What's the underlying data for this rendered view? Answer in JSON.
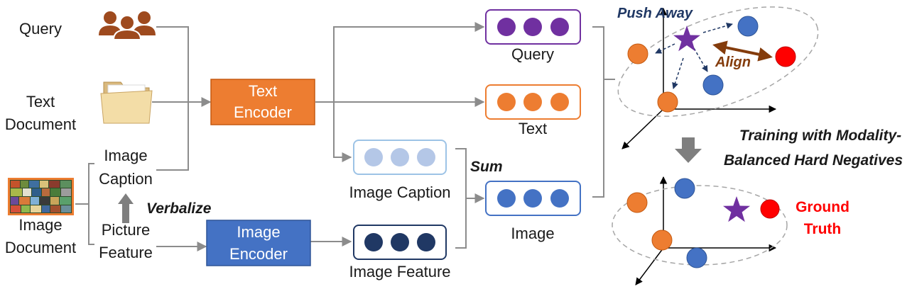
{
  "inputs": {
    "query": "Query",
    "text_document": [
      "Text",
      "Document"
    ],
    "image_document": [
      "Image",
      "Document"
    ],
    "image_caption": [
      "Image",
      "Caption"
    ],
    "picture_feature": [
      "Picture",
      "Feature"
    ],
    "verbalize": "Verbalize"
  },
  "encoders": {
    "text": [
      "Text",
      "Encoder"
    ],
    "image": [
      "Image",
      "Encoder"
    ]
  },
  "embeddings": {
    "query": "Query",
    "text": "Text",
    "image_caption": "Image Caption",
    "image_feature": "Image Feature",
    "image": "Image",
    "sum": "Sum"
  },
  "space": {
    "push_away": "Push Away",
    "align": "Align",
    "training": [
      "Training with Modality-",
      "Balanced Hard Negatives"
    ],
    "ground_truth": [
      "Ground",
      "Truth"
    ]
  },
  "colors": {
    "orange": "#ED7D31",
    "blue": "#4472C4",
    "purple": "#7030A0",
    "navy": "#203864",
    "red": "#FF0000",
    "brown": "#843C0C"
  }
}
